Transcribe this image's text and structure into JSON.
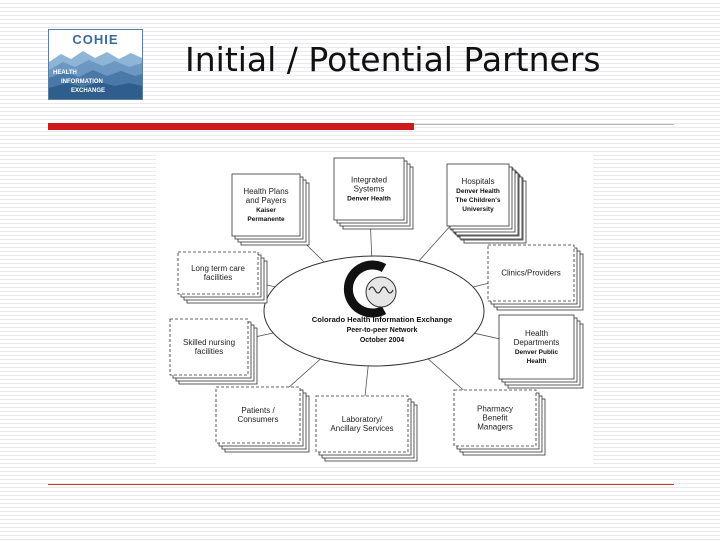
{
  "logo": {
    "title": "COHIE",
    "lines": [
      "HEALTH",
      "INFORMATION",
      "EXCHANGE"
    ]
  },
  "slide_title": "Initial / Potential Partners",
  "diagram": {
    "center": {
      "title": "Colorado Health Information Exchange",
      "lines": [
        "Peer-to-peer Network",
        "October 2004"
      ]
    },
    "nodes": [
      {
        "id": "integrated-systems",
        "lines": [
          "Integrated",
          "Systems"
        ],
        "bold": [
          "Denver Health"
        ]
      },
      {
        "id": "health-plans",
        "lines": [
          "Health Plans",
          "and Payers"
        ],
        "bold": [
          "Kaiser",
          "Permanente"
        ]
      },
      {
        "id": "hospitals",
        "lines": [
          "Hospitals"
        ],
        "bold": [
          "Denver Health",
          "The Children's",
          "University"
        ]
      },
      {
        "id": "long-term-care",
        "lines": [
          "Long term care",
          "facilities"
        ],
        "bold": []
      },
      {
        "id": "clinics",
        "lines": [
          "Clinics/Providers"
        ],
        "bold": []
      },
      {
        "id": "skilled-nursing",
        "lines": [
          "Skilled nursing",
          "facilities"
        ],
        "bold": []
      },
      {
        "id": "health-departments",
        "lines": [
          "Health",
          "Departments"
        ],
        "bold": [
          "Denver Public",
          "Health"
        ]
      },
      {
        "id": "patients",
        "lines": [
          "Patients /",
          "Consumers"
        ],
        "bold": []
      },
      {
        "id": "laboratory",
        "lines": [
          "Laboratory/",
          "Ancillary Services"
        ],
        "bold": []
      },
      {
        "id": "pharmacy",
        "lines": [
          "Pharmacy",
          "Benefit",
          "Managers"
        ],
        "bold": []
      }
    ]
  },
  "colors": {
    "accent_red": "#cc1a1a",
    "logo_blue": "#3a6a9a"
  }
}
